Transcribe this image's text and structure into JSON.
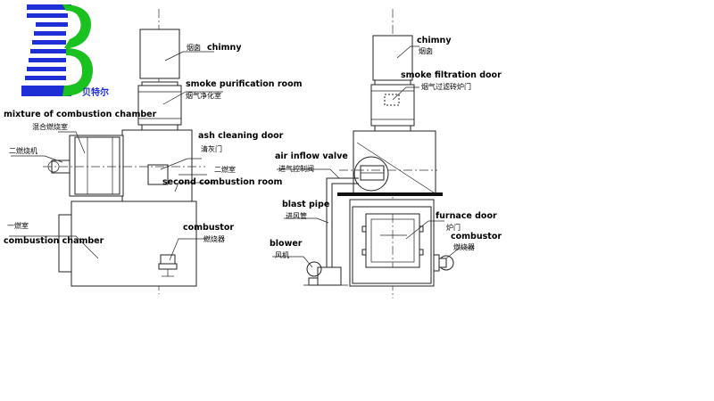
{
  "logo": {
    "letter": "B",
    "brand_cn": "贝特尔",
    "colors": {
      "blue": "#1f2fd6",
      "green": "#19c21f"
    }
  },
  "left_view": {
    "chimny": "chimny",
    "chimny_cn": "烟囱",
    "smoke_purification_room": "smoke purification room",
    "smoke_purification_room_cn": "烟气净化室",
    "mixture_chamber": "mixture of combustion chamber",
    "mixture_chamber_cn": "混合燃烧室",
    "second_burner_cn": "二燃烧机",
    "ash_cleaning_door": "ash cleaning door",
    "ash_cleaning_door_cn": "清灰门",
    "second_room_cn": "二燃室",
    "second_combustion_room": "second combustion room",
    "first_room_cn": "一燃室",
    "combustion_chamber": "combustion chamber",
    "combustor": "combustor",
    "combustor_cn": "燃烧器"
  },
  "right_view": {
    "chimny": "chimny",
    "chimny_cn": "烟囱",
    "smoke_filtration_door": "smoke filtration door",
    "smoke_filtration_door_cn": "烟气过滤砖炉门",
    "air_inflow_valve": "air inflow valve",
    "air_inflow_valve_cn": "进气控制阀",
    "blast_pipe": "blast pipe",
    "blast_pipe_cn": "进风管",
    "blower": "blower",
    "blower_cn": "风机",
    "furnace_door": "furnace door",
    "furnace_door_cn": "炉门",
    "combustor": "combustor",
    "combustor_cn": "燃烧器"
  }
}
